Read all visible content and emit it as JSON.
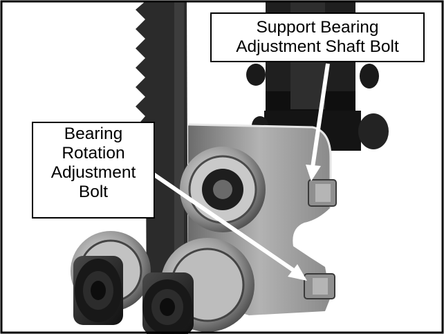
{
  "callouts": {
    "support_bearing": {
      "line1": "Support Bearing",
      "line2": "Adjustment Shaft Bolt"
    },
    "bearing_rotation": {
      "line1": "Bearing",
      "line2": "Rotation",
      "line3": "Adjustment",
      "line4": "Bolt"
    }
  },
  "colors": {
    "background": "#ffffff",
    "frame": "#000000",
    "arrow": "#ffffff"
  }
}
